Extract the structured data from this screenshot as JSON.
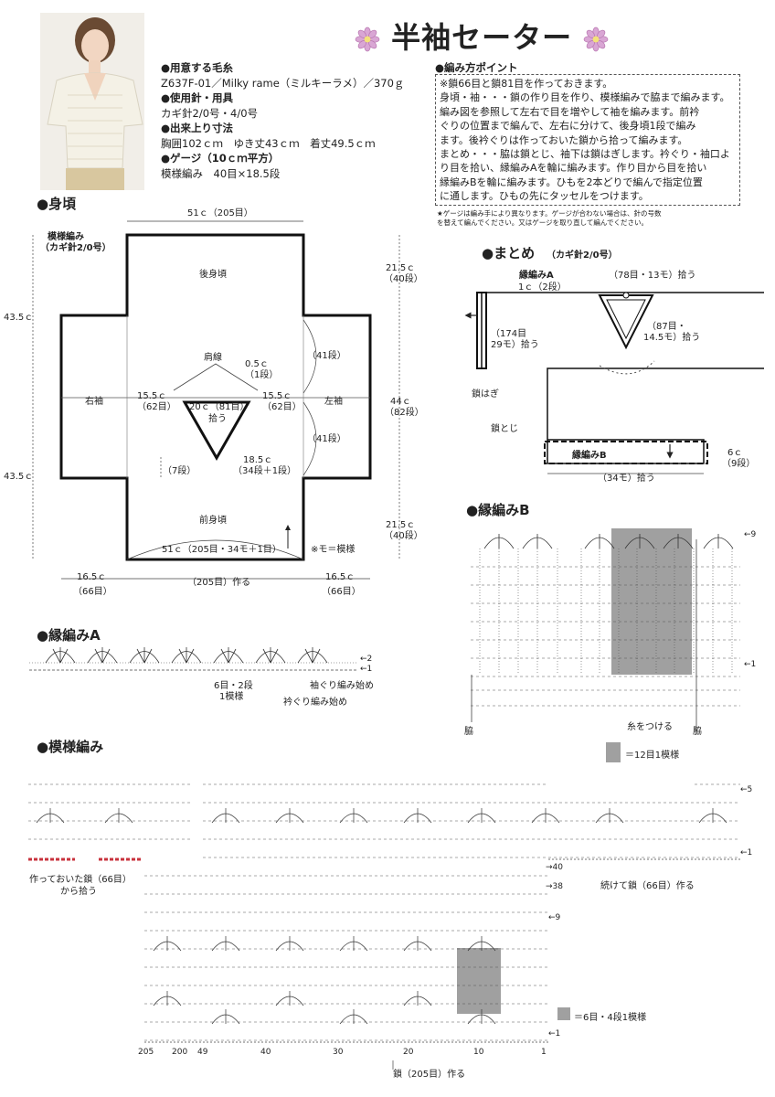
{
  "title": "半袖セーター",
  "specs": [
    {
      "head": "●用意する毛糸",
      "lines": [
        "Z637F-01／Milky rame（ミルキーラメ）／370ｇ"
      ]
    },
    {
      "head": "●使用針・用具",
      "lines": [
        "カギ針2/0号・4/0号"
      ]
    },
    {
      "head": "●出来上り寸法",
      "lines": [
        "胸囲102ｃｍ　ゆき丈43ｃｍ　着丈49.5ｃｍ"
      ]
    },
    {
      "head": "●ゲージ（10ｃｍ平方）",
      "lines": [
        "模様編み　40目×18.5段"
      ]
    }
  ],
  "points_heading": "●編み方ポイント",
  "points_lines": [
    "※鎖66目と鎖81目を作っておきます。",
    "身頃・袖・・・鎖の作り目を作り、模様編みで脇まで編みます。",
    "編み図を参照して左右で目を増やして袖を編みます。前衿",
    "ぐりの位置まで編んで、左右に分けて、後身頃1段で編み",
    "ます。後衿ぐりは作っておいた鎖から拾って編みます。",
    "まとめ・・・脇は鎖とじ、袖下は鎖はぎします。衿ぐり・袖口よ",
    "り目を拾い、縁編みAを輪に編みます。作り目から目を拾い",
    "縁編みBを輪に編みます。ひもを2本どりで編んで指定位置",
    "に通します。ひもの先にタッセルをつけます。"
  ],
  "gauge_note": [
    "★ゲージは編み手により異なります。ゲージが合わない場合は、針の号数",
    "を替えて編んでください。又はゲージを取り直して編んでください。"
  ],
  "body": {
    "heading": "●身頃",
    "pattern_label": "模様編み",
    "needle_label": "（カギ針2/0号）",
    "top_width": "51ｃ（205目）",
    "back": "後身頃",
    "front": "前身頃",
    "right_sleeve": "右袖",
    "left_sleeve": "左袖",
    "shoulder": "肩線",
    "left_height_top": "43.5ｃ",
    "left_height_bottom": "43.5ｃ",
    "right_top": "21.5ｃ",
    "right_top_rows": "（40段）",
    "right_mid": "44ｃ",
    "right_mid_rows": "（82段）",
    "right_bottom": "21.5ｃ",
    "right_bottom_rows": "（40段）",
    "rows_41a": "（41段）",
    "rows_41b": "（41段）",
    "half_cm": "0.5ｃ",
    "half_rows": "（1段）",
    "left_15": "15.5ｃ",
    "left_15_sts": "（62目）",
    "right_15": "15.5ｃ",
    "right_15_sts": "（62目）",
    "neck": "20ｃ（81目）",
    "pick": "拾う",
    "v_depth": "18.5ｃ",
    "v_rows": "（34段＋1段）",
    "seven_rows": "（7段）",
    "bottom_width": "51ｃ（205目・34モ＋1目）",
    "mo_note": "※モ＝模様",
    "sleeve_l": "16.5ｃ",
    "sleeve_l_sts": "（66目）",
    "chain_make": "（205目）作る",
    "sleeve_r": "16.5ｃ",
    "sleeve_r_sts": "（66目）"
  },
  "matome": {
    "heading": "●まとめ",
    "needle": "（カギ針2/0号）",
    "edge_a": "縁編みA",
    "one_c": "1ｃ（2段）",
    "pick_78": "（78目・13モ）拾う",
    "pick_174a": "（174目",
    "pick_174b": "29モ）拾う",
    "pick_87a": "（87目・",
    "pick_87b": "14.5モ）拾う",
    "kusari_hagi": "鎖はぎ",
    "kusari_toji": "鎖とじ",
    "edge_b": "縁編みB",
    "six_c": "6ｃ",
    "nine_rows": "（9段）",
    "pick_34": "（34モ）拾う"
  },
  "edge_a": {
    "heading": "●縁編みA",
    "repeat": "6目・2段",
    "repeat2": "1模様",
    "sleeve_start": "袖ぐり編み始め",
    "neck_start": "衿ぐり編み始め",
    "row2": "←2",
    "row1": "←1"
  },
  "edge_b": {
    "heading": "●縁編みB",
    "row9": "←9",
    "row1": "←1",
    "side_l": "脇",
    "side_r": "脇",
    "attach": "糸をつける",
    "legend": "＝12目1模様"
  },
  "pattern": {
    "heading": "●模様編み",
    "made_chain": "作っておいた鎖（66目）",
    "pick_from": "から拾う",
    "row5": "←5",
    "row1": "←1",
    "row40": "→40",
    "row38": "→38",
    "continue": "続けて鎖（66目）作る",
    "row9": "←9",
    "row1b": "←1",
    "legend": "＝6目・4段1模様",
    "chain205": "鎖（205目）作る",
    "ticks": [
      "205",
      "200",
      "49",
      "40",
      "30",
      "20",
      "10",
      "1"
    ]
  },
  "colors": {
    "line": "#222222",
    "gray": "#a0a0a0",
    "red": "#c8323c",
    "flower": "#c784c0"
  }
}
